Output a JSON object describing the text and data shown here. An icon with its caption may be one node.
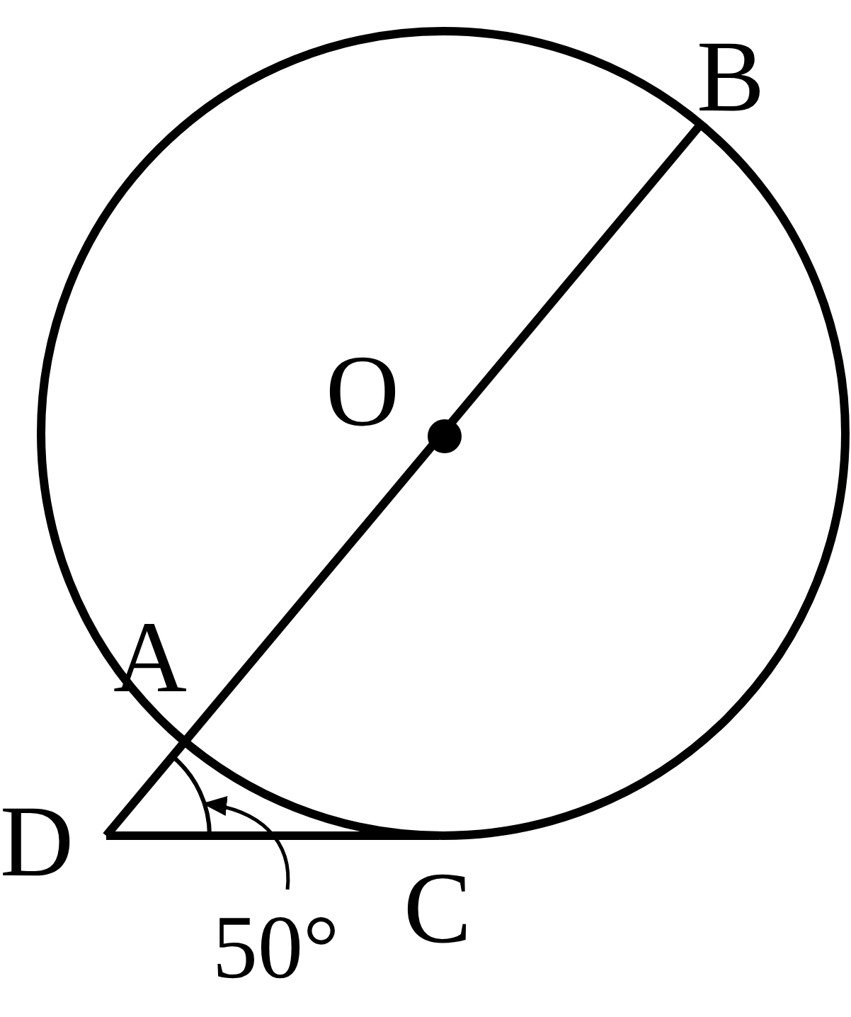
{
  "diagram": {
    "nodes": [
      {
        "text": [],
        "shape": "circle"
      },
      {
        "text": [
          "50°"
        ]
      },
      {
        "text": [],
        "shape": "arc"
      }
    ],
    "edges": [
      {
        "from": 1,
        "to": 2,
        "arrow": "to"
      }
    ],
    "labels": [
      "B",
      "O",
      "A",
      "D",
      "C"
    ]
  }
}
